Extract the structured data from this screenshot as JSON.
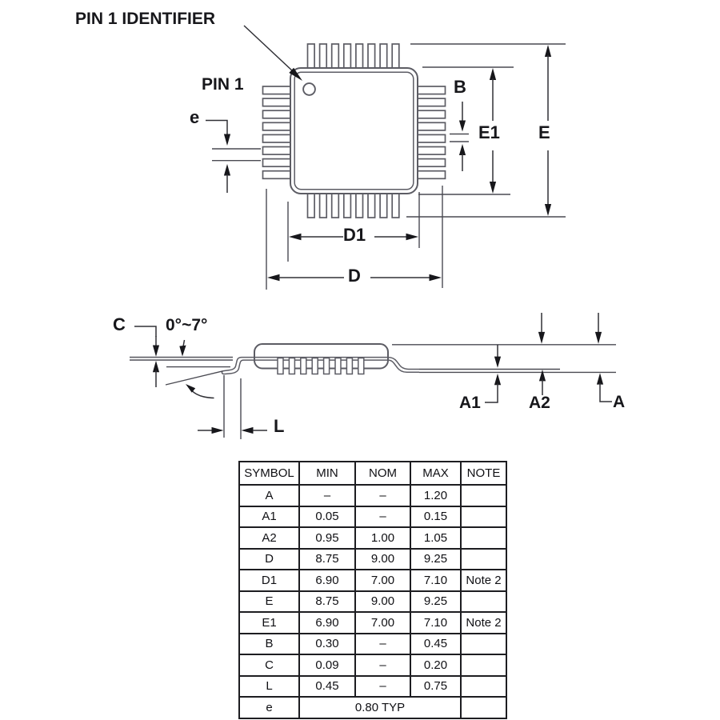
{
  "drawing": {
    "view_top": {
      "pin1_identifier_label": "PIN 1 IDENTIFIER",
      "pin1_label": "PIN 1",
      "pitch_label": "e",
      "lead_width_label": "B",
      "body_width_label": "E1",
      "overall_width_label": "E",
      "body_length_label": "D1",
      "overall_length_label": "D",
      "pins_per_side": 8
    },
    "view_side": {
      "lead_thickness_label": "C",
      "lead_angle_label": "0°~7°",
      "foot_length_label": "L",
      "standoff_label": "A1",
      "body_thickness_label": "A2",
      "overall_height_label": "A"
    },
    "colors": {
      "outline": "#5c5c64",
      "dimension": "#303036",
      "text": "#17171b",
      "background": "#ffffff"
    }
  },
  "table": {
    "headers": [
      "SYMBOL",
      "MIN",
      "NOM",
      "MAX",
      "NOTE"
    ],
    "rows": [
      {
        "symbol": "A",
        "min": "–",
        "nom": "–",
        "max": "1.20",
        "note": ""
      },
      {
        "symbol": "A1",
        "min": "0.05",
        "nom": "–",
        "max": "0.15",
        "note": ""
      },
      {
        "symbol": "A2",
        "min": "0.95",
        "nom": "1.00",
        "max": "1.05",
        "note": ""
      },
      {
        "symbol": "D",
        "min": "8.75",
        "nom": "9.00",
        "max": "9.25",
        "note": ""
      },
      {
        "symbol": "D1",
        "min": "6.90",
        "nom": "7.00",
        "max": "7.10",
        "note": "Note 2"
      },
      {
        "symbol": "E",
        "min": "8.75",
        "nom": "9.00",
        "max": "9.25",
        "note": ""
      },
      {
        "symbol": "E1",
        "min": "6.90",
        "nom": "7.00",
        "max": "7.10",
        "note": "Note 2"
      },
      {
        "symbol": "B",
        "min": "0.30",
        "nom": "–",
        "max": "0.45",
        "note": ""
      },
      {
        "symbol": "C",
        "min": "0.09",
        "nom": "–",
        "max": "0.20",
        "note": ""
      },
      {
        "symbol": "L",
        "min": "0.45",
        "nom": "–",
        "max": "0.75",
        "note": ""
      }
    ],
    "pitch_row": {
      "symbol": "e",
      "value": "0.80 TYP",
      "note": ""
    }
  }
}
